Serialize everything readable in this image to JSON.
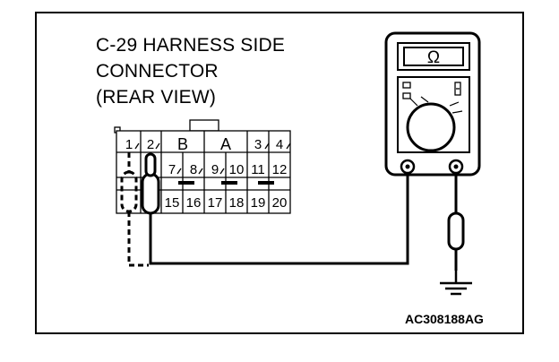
{
  "title_lines": [
    "C-29 HARNESS SIDE",
    "CONNECTOR",
    "(REAR VIEW)"
  ],
  "connector": {
    "top_row": [
      "1",
      "2",
      "B",
      "A",
      "3",
      "4"
    ],
    "middle_row": [
      "7",
      "8",
      "9",
      "10",
      "11",
      "12"
    ],
    "bottom_row": [
      "15",
      "16",
      "17",
      "18",
      "19",
      "20"
    ]
  },
  "meter": {
    "display_symbol": "Ω"
  },
  "diagram_code": "AC308188AG"
}
